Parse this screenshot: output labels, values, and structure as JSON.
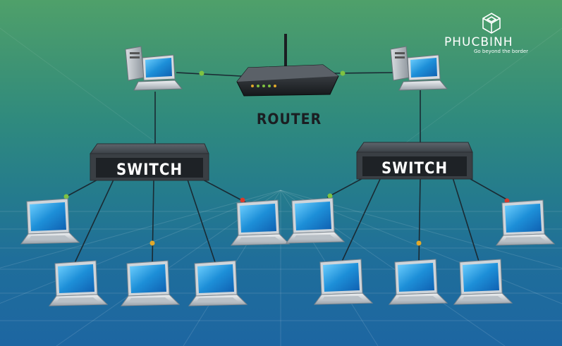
{
  "brand": {
    "name": "PHUCBINH",
    "tagline": "Go beyond the border",
    "logo_icon": "hexagon-cube-icon"
  },
  "nodes": {
    "router": {
      "label": "ROUTER",
      "icon": "router-icon"
    },
    "switch_left": {
      "label": "SWITCH",
      "icon": "switch-icon"
    },
    "switch_right": {
      "label": "SWITCH",
      "icon": "switch-icon"
    },
    "server_left": {
      "icon": "server-computer-icon"
    },
    "server_right": {
      "icon": "server-computer-icon"
    },
    "laptop_icon": "laptop-icon"
  },
  "colors": {
    "bg_top": "#4fa06a",
    "bg_bottom": "#1d66a2",
    "line": "#1a2a33",
    "switch_body": "#3a3f44",
    "label_panel": "#1e2226",
    "label_text": "#ffffff",
    "router_label": "#1b1e22",
    "screen": "#1e90d8",
    "led_green": "#7fc241",
    "led_red": "#d93a2b",
    "led_yellow": "#e2a92a"
  }
}
